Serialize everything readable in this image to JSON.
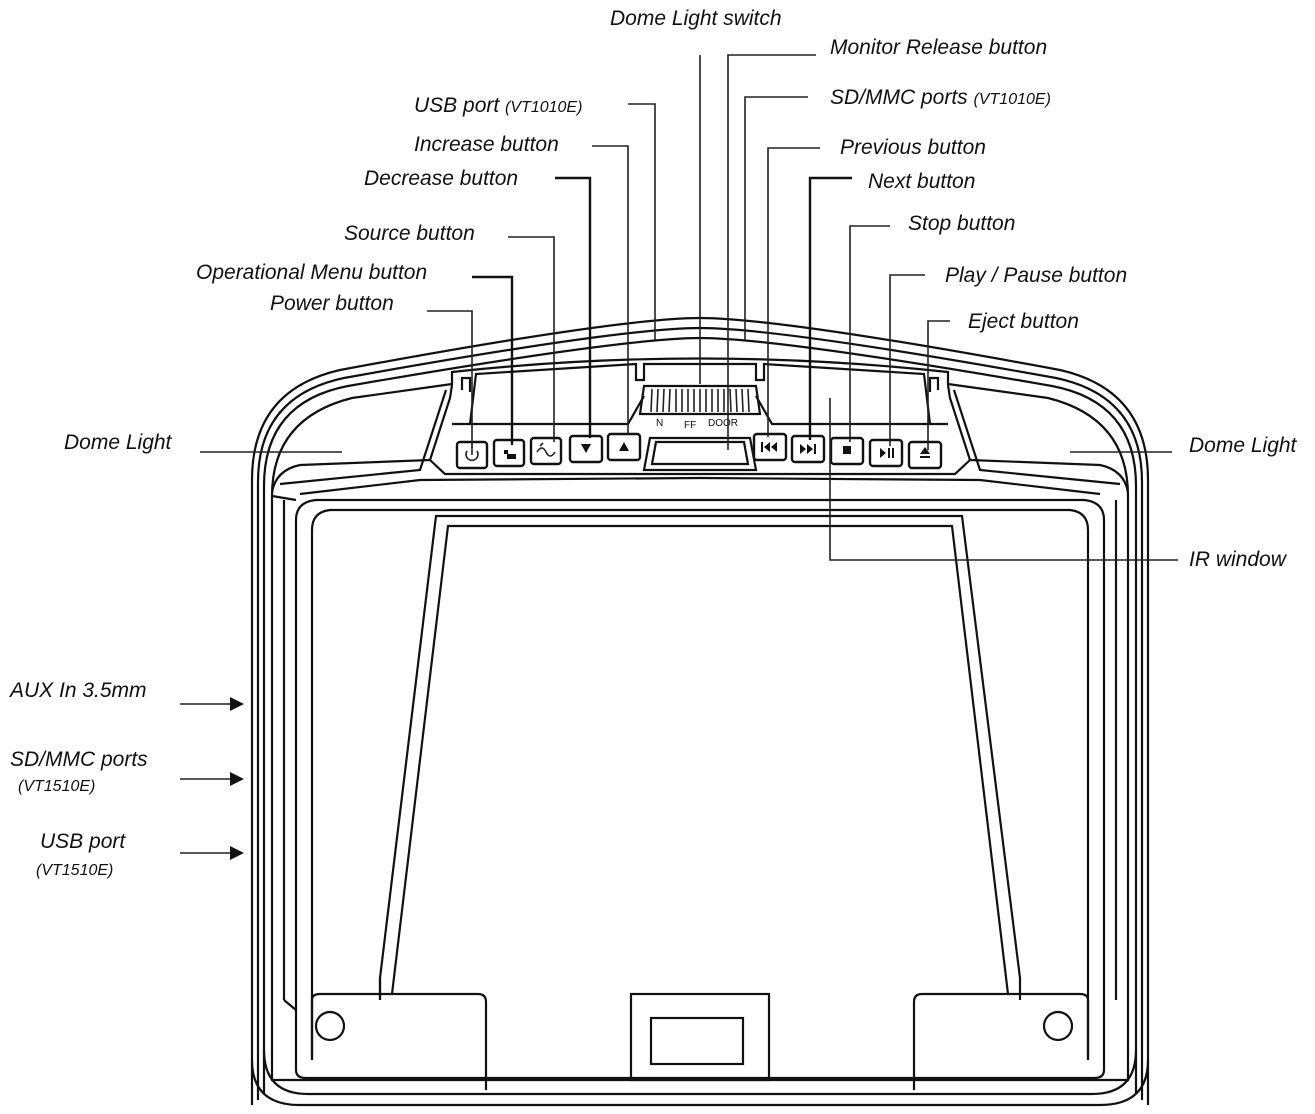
{
  "labels": {
    "dome_light_switch": "Dome Light switch",
    "monitor_release": "Monitor Release button",
    "usb_port_top": "USB port",
    "usb_port_top_model": "(VT1010E)",
    "sd_mmc_top": "SD/MMC ports",
    "sd_mmc_top_model": "(VT1010E)",
    "increase": "Increase button",
    "previous": "Previous button",
    "decrease": "Decrease button",
    "next": "Next button",
    "source": "Source button",
    "stop": "Stop button",
    "operational_menu": "Operational Menu button",
    "play_pause": "Play / Pause button",
    "power": "Power button",
    "eject": "Eject button",
    "dome_light_left": "Dome Light",
    "dome_light_right": "Dome Light",
    "ir_window": "IR window",
    "aux_in": "AUX In 3.5mm",
    "sd_mmc_side": "SD/MMC ports",
    "sd_mmc_side_model": "(VT1510E)",
    "usb_port_side": "USB port",
    "usb_port_side_model": "(VT1510E)"
  },
  "switch_positions": [
    "N",
    "FF",
    "DOOR"
  ],
  "icons": {
    "power": "power-icon",
    "menu": "menu-icon",
    "source": "source-icon",
    "decrease": "triangle-down-icon",
    "increase": "triangle-up-icon",
    "previous": "skip-previous-icon",
    "next": "skip-next-icon",
    "stop": "stop-icon",
    "play_pause": "play-pause-icon",
    "eject": "eject-icon"
  }
}
